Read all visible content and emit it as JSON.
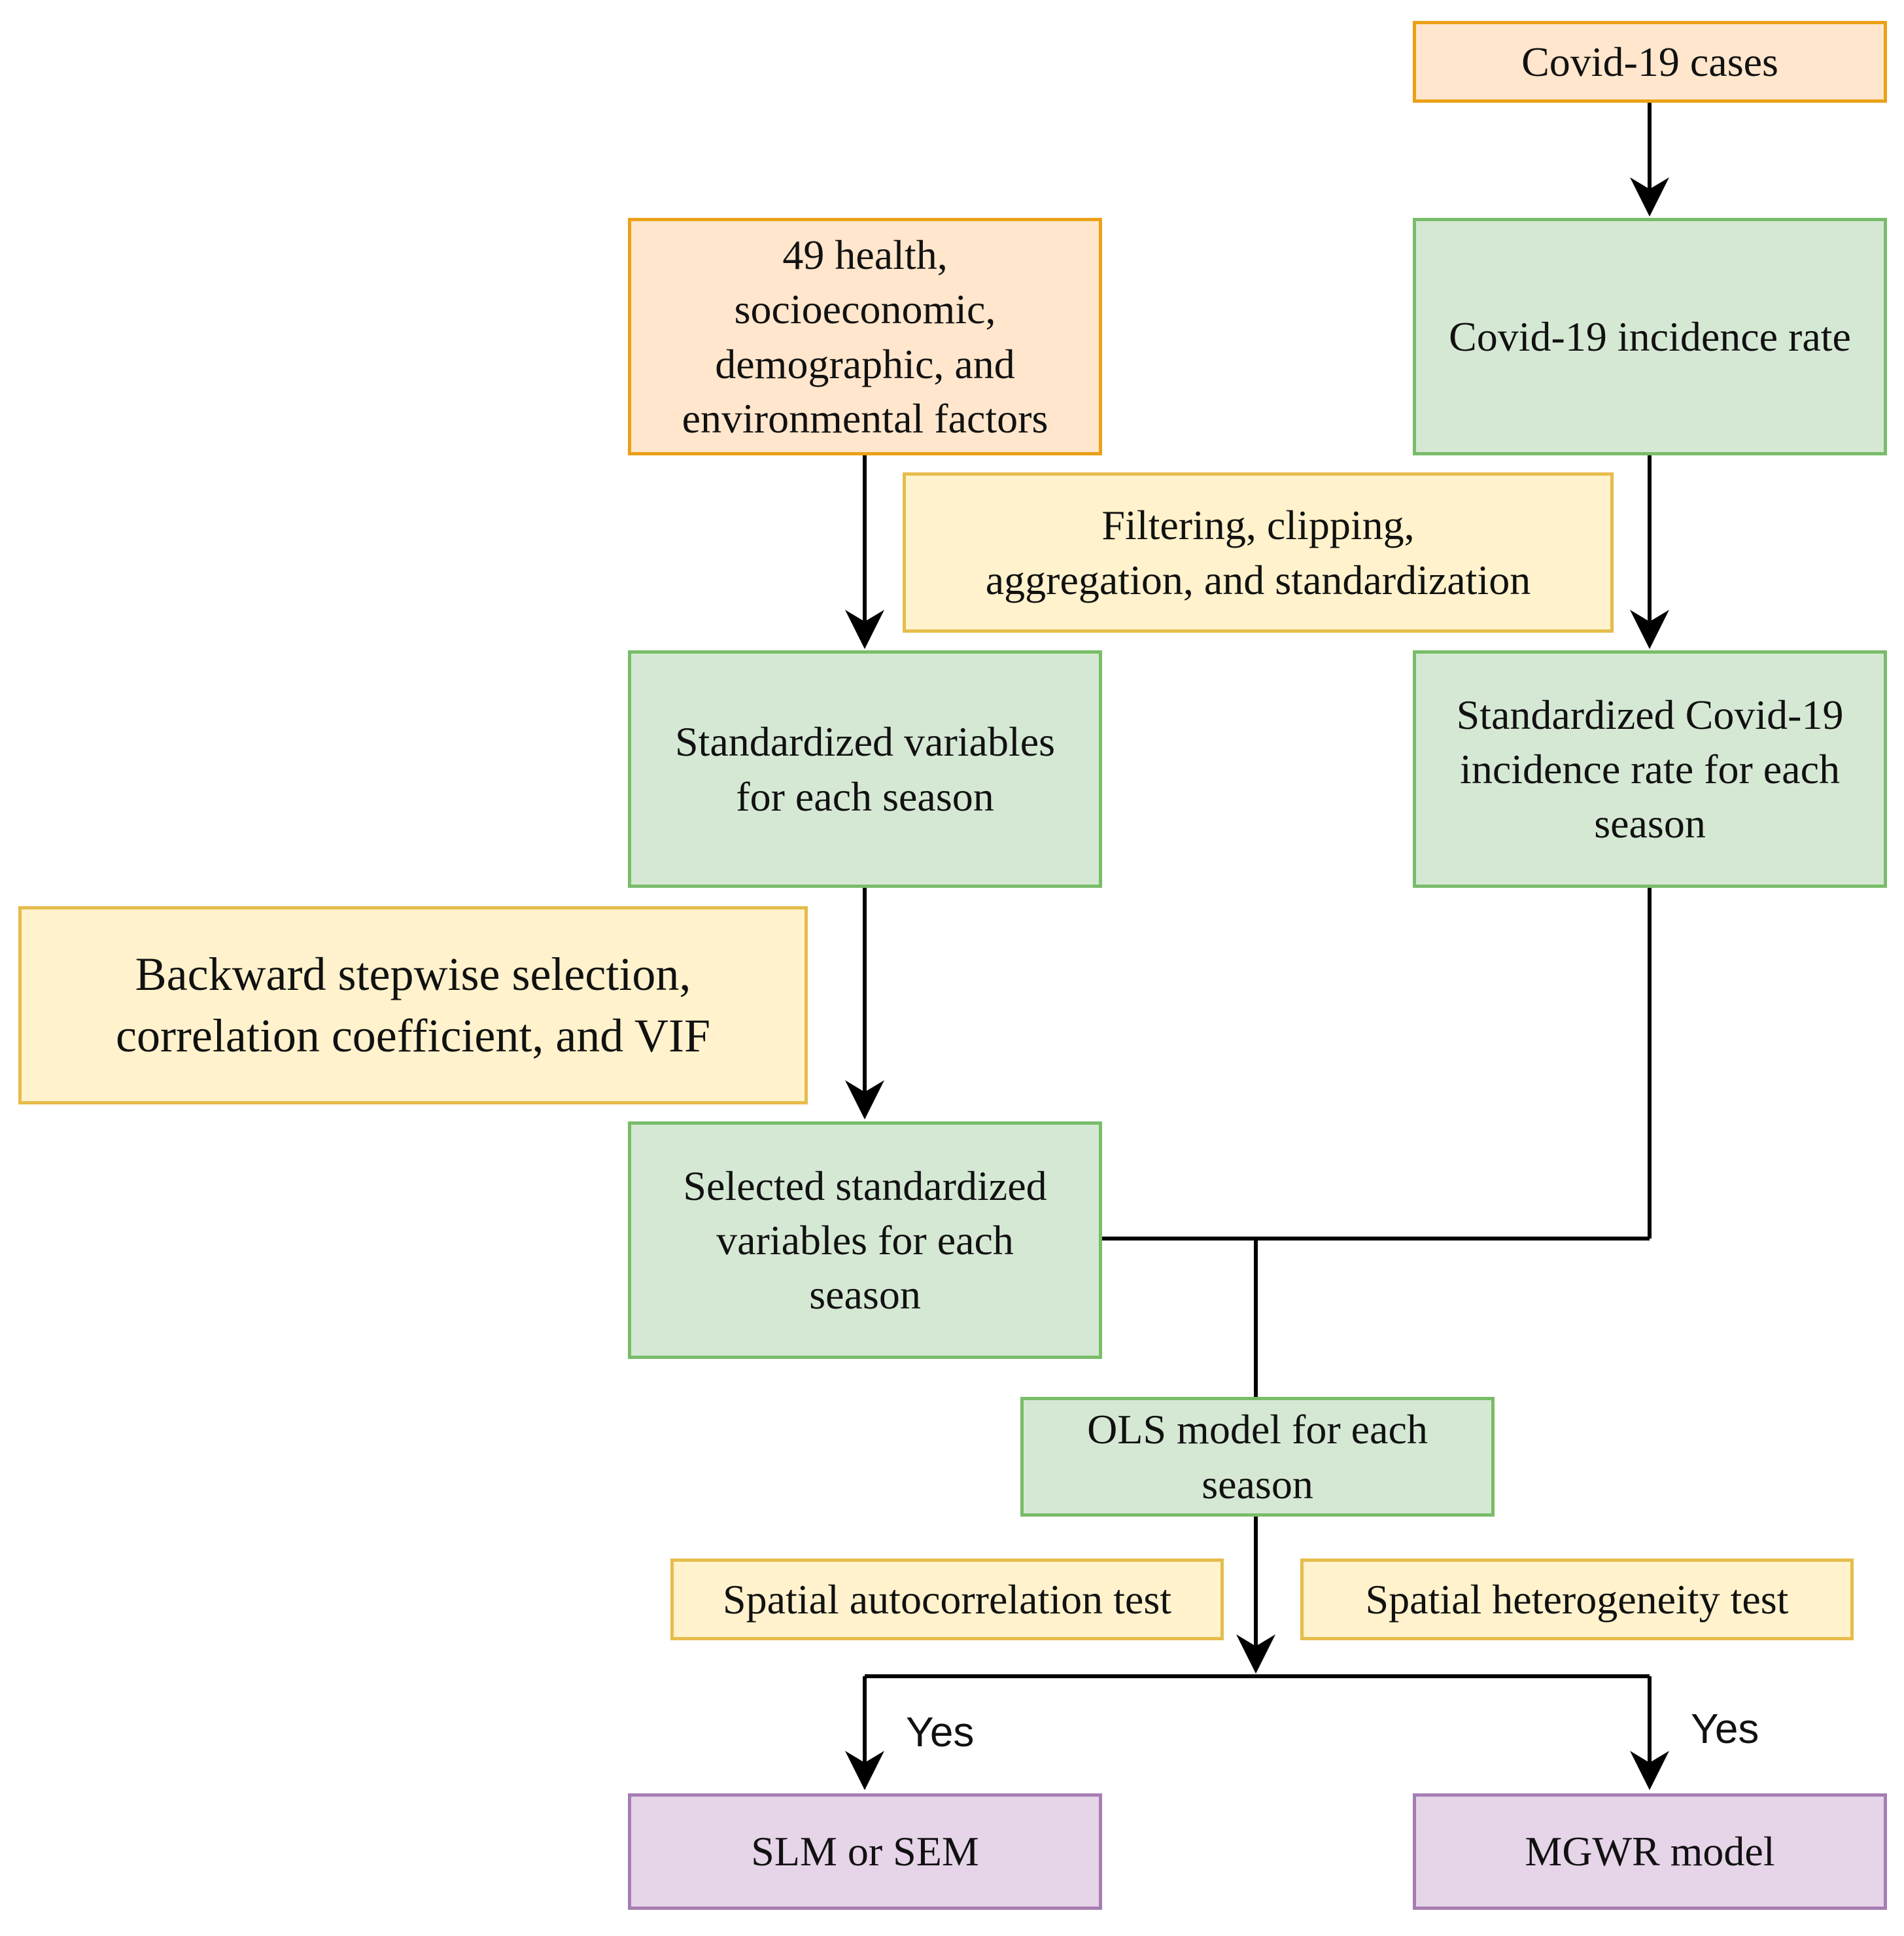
{
  "nodes": {
    "covid_cases": "Covid-19 cases",
    "factors": "49 health,\nsocioeconomic,\ndemographic, and\nenvironmental factors",
    "incidence_rate": "Covid-19 incidence rate",
    "filtering": "Filtering, clipping,\naggregation, and standardization",
    "std_variables": "Standardized variables\nfor each season",
    "std_incidence": "Standardized Covid-19\nincidence rate for each\nseason",
    "selection": "Backward stepwise selection,\ncorrelation coefficient, and VIF",
    "selected_vars": "Selected standardized\nvariables for each\nseason",
    "ols": "OLS model for each\nseason",
    "autocorr_test": "Spatial autocorrelation test",
    "heterogeneity_test": "Spatial heterogeneity test",
    "slm_sem": "SLM or SEM",
    "mgwr": "MGWR model"
  },
  "edge_labels": {
    "yes_left": "Yes",
    "yes_right": "Yes"
  },
  "colors": {
    "orange_fill": "#ffe6cc",
    "orange_border": "#eba117",
    "yellow_fill": "#fff2cc",
    "yellow_border": "#e6bc4b",
    "green_fill": "#d5e8d4",
    "green_border": "#78bd69",
    "purple_fill": "#e6d4e8",
    "purple_border": "#a67db3",
    "line": "#000000"
  }
}
